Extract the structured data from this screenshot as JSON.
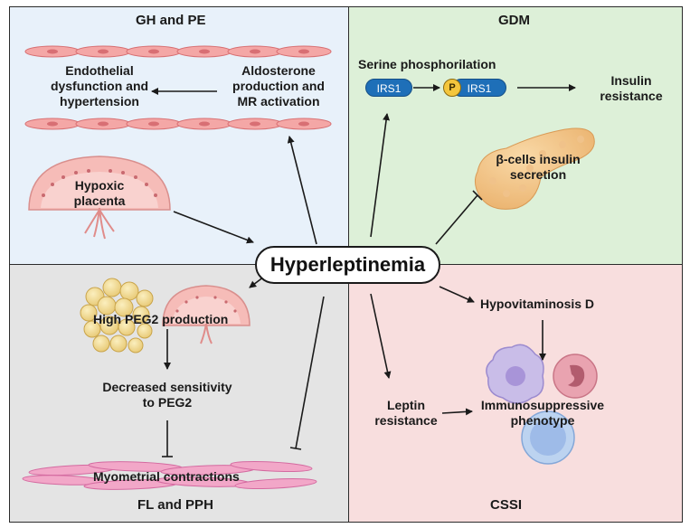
{
  "quadrants": {
    "top_left": {
      "title": "GH and PE"
    },
    "top_right": {
      "title": "GDM"
    },
    "bottom_left": {
      "title": "FL and PPH"
    },
    "bottom_right": {
      "title": "CSSI"
    }
  },
  "center_label": "Hyperleptinemia",
  "gh_pe": {
    "endothelial_line1": "Endothelial",
    "endothelial_line2": "dysfunction and",
    "endothelial_line3": "hypertension",
    "aldosterone_line1": "Aldosterone",
    "aldosterone_line2": "production and",
    "aldosterone_line3": "MR activation",
    "hypoxic_line1": "Hypoxic",
    "hypoxic_line2": "placenta"
  },
  "gdm": {
    "serine": "Serine phosphorilation",
    "irs1_left": "IRS1",
    "p_badge": "P",
    "irs1_right": "IRS1",
    "insulin_line1": "Insulin",
    "insulin_line2": "resistance",
    "beta_line1": "β-cells insulin",
    "beta_line2": "secretion"
  },
  "fl_pph": {
    "peg2_production": "High PEG2 production",
    "decreased_line1": "Decreased sensitivity",
    "decreased_line2": "to PEG2",
    "myometrial": "Myometrial contractions"
  },
  "cssi": {
    "hypovitaminosis": "Hypovitaminosis D",
    "leptin_line1": "Leptin",
    "leptin_line2": "resistance",
    "immuno_line1": "Immunosuppressive",
    "immuno_line2": "phenotype"
  },
  "colors": {
    "gh_pe_bg": "#e8f1fa",
    "gdm_bg": "#ddf0d8",
    "fl_pph_bg": "#e4e4e4",
    "cssi_bg": "#f8dede",
    "arrow": "#1a1a1a",
    "irs1_pill": "#1e6fb8",
    "phosphate": "#f4c63d"
  },
  "icons": [
    "endothelial-cells-icon",
    "placenta-icon",
    "pancreas-icon",
    "adipocytes-icon",
    "myometrium-cells-icon",
    "immune-cells-icon"
  ]
}
